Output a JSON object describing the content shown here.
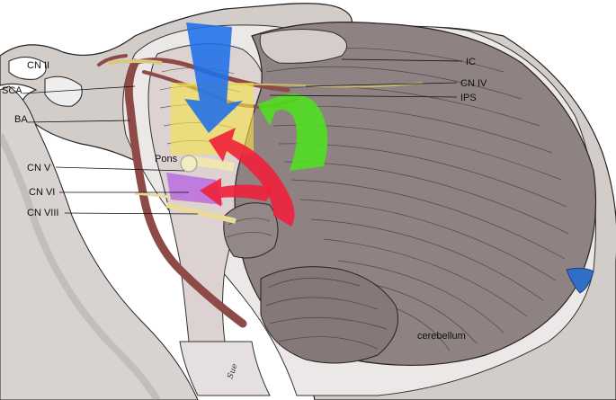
{
  "labels": {
    "cn_ii": "CN II",
    "sca": "SCA",
    "ba": "BA",
    "cn_v": "CN V",
    "cn_vi": "CN VI",
    "cn_viii": "CN VIII",
    "pons": "Pons",
    "ic": "IC",
    "cn_iv": "CN IV",
    "ips": "IPS",
    "cerebellum": "cerebellum"
  },
  "signature": "Sue",
  "arrows": [
    {
      "name": "blue-arrow",
      "color": "#1f6fe8"
    },
    {
      "name": "green-arrow",
      "color": "#4fe11e"
    },
    {
      "name": "red-arrow",
      "color": "#f0203a"
    }
  ],
  "zones": [
    {
      "name": "yellow-zone",
      "color": "#f4e24a"
    },
    {
      "name": "purple-zone",
      "color": "#b65de0"
    }
  ],
  "colors": {
    "bone": "#c9c3c0",
    "dura": "#e8e4e4",
    "cerebellum": "#8c7f80",
    "brainstem": "#d9cfcf",
    "artery": "#8e4a46",
    "sinus": "#2f6fc6"
  }
}
